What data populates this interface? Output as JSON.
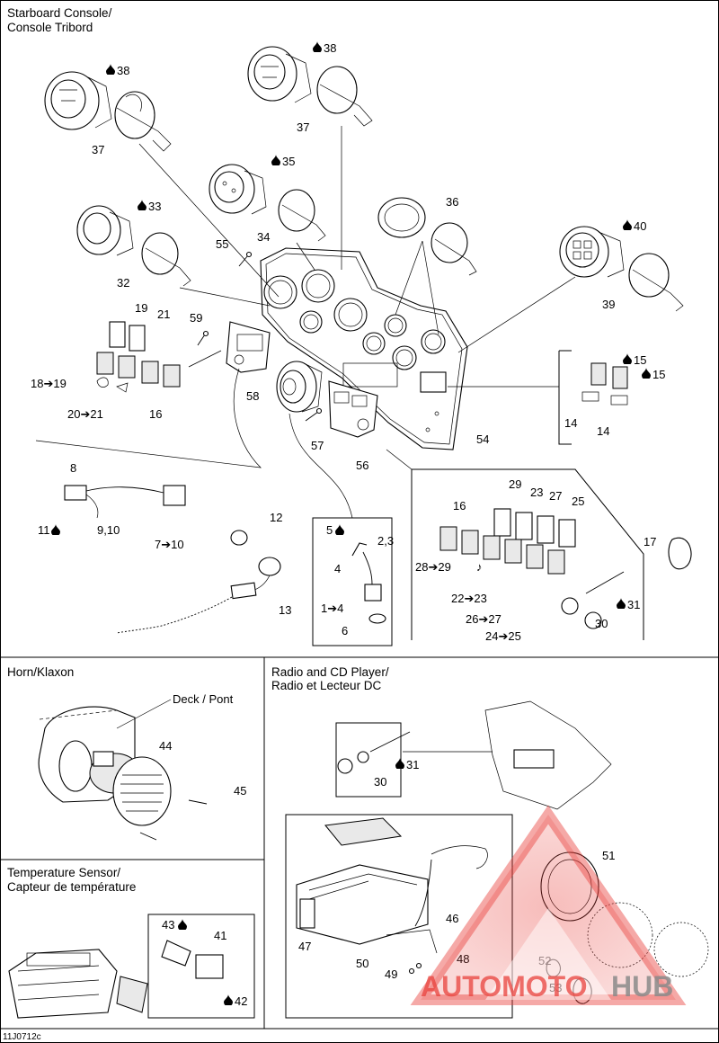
{
  "sections": {
    "starboard_console": {
      "title_line1": "Starboard Console/",
      "title_line2": "Console Tribord"
    },
    "horn": {
      "title": "Horn/Klaxon",
      "deck_label": "Deck / Pont"
    },
    "radio": {
      "title_line1": "Radio and CD Player/",
      "title_line2": "Radio et Lecteur DC"
    },
    "temp_sensor": {
      "title_line1": "Temperature Sensor/",
      "title_line2": "Capteur de température"
    }
  },
  "callouts": {
    "c38a": "38",
    "c37a": "37",
    "c38b": "38",
    "c37b": "37",
    "c35": "35",
    "c34": "34",
    "c33": "33",
    "c32": "32",
    "c36": "36",
    "c40": "40",
    "c39": "39",
    "c55": "55",
    "c19": "19",
    "c21": "21",
    "c59": "59",
    "c1819": "18➔19",
    "c2021": "20➔21",
    "c16a": "16",
    "c58": "58",
    "c57": "57",
    "c56": "56",
    "c54": "54",
    "c15a": "15",
    "c15b": "15",
    "c14a": "14",
    "c14b": "14",
    "c8": "8",
    "c11": "11",
    "c910": "9,10",
    "c710": "7➔10",
    "c12": "12",
    "c13": "13",
    "c5": "5",
    "c23b": "2,3",
    "c4": "4",
    "c14c": "1➔4",
    "c6": "6",
    "c16b": "16",
    "c29": "29",
    "c23": "23",
    "c27": "27",
    "c25": "25",
    "c2829": "28➔29",
    "c2223": "22➔23",
    "c2627": "26➔27",
    "c2425": "24➔25",
    "c31a": "31",
    "c30a": "30",
    "c17": "17",
    "c44": "44",
    "c45": "45",
    "c31b": "31",
    "c30b": "30",
    "c51": "51",
    "c46": "46",
    "c47": "47",
    "c48": "48",
    "c49": "49",
    "c50": "50",
    "c52": "52",
    "c53": "53",
    "c43": "43",
    "c41": "41",
    "c42": "42"
  },
  "footer": {
    "code": "11J0712c"
  },
  "watermark": {
    "text_red": "AUTOMOTO",
    "text_gray": "HUB"
  },
  "colors": {
    "line": "#000000",
    "background": "#ffffff",
    "watermark_red": "#e8413c",
    "watermark_gray": "#8a8a8a"
  },
  "icons": [
    "oil-drop-icon",
    "arrow-right-icon",
    "music-note-icon",
    "light-icon",
    "horn-icon"
  ]
}
